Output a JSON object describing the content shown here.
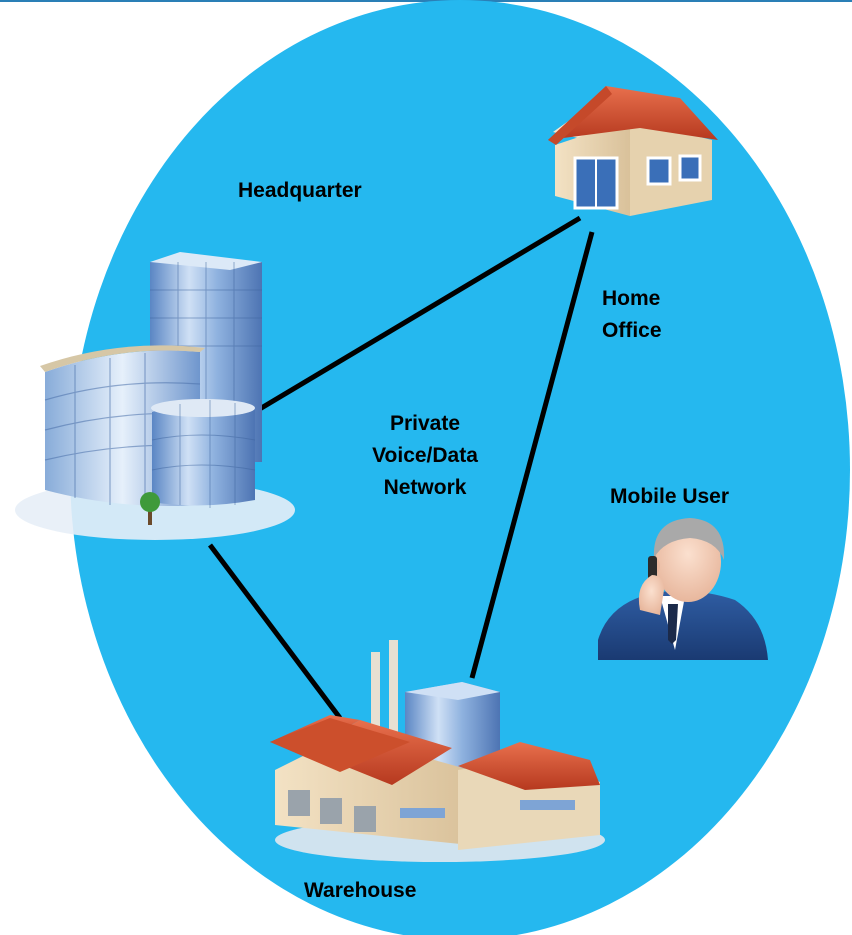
{
  "colors": {
    "network_fill": "#25b8ef",
    "link_line": "#000000",
    "top_rule": "#2a7fb6"
  },
  "labels": {
    "headquarter": "Headquarter",
    "home_office_line1": "Home",
    "home_office_line2": "Office",
    "network_line1": "Private",
    "network_line2": "Voice/Data",
    "network_line3": "Network",
    "mobile_user": "Mobile User",
    "warehouse": "Warehouse"
  },
  "icons": {
    "headquarter": "office-building-icon",
    "home_office": "house-icon",
    "warehouse": "factory-icon",
    "mobile_user": "businessman-phone-icon"
  }
}
